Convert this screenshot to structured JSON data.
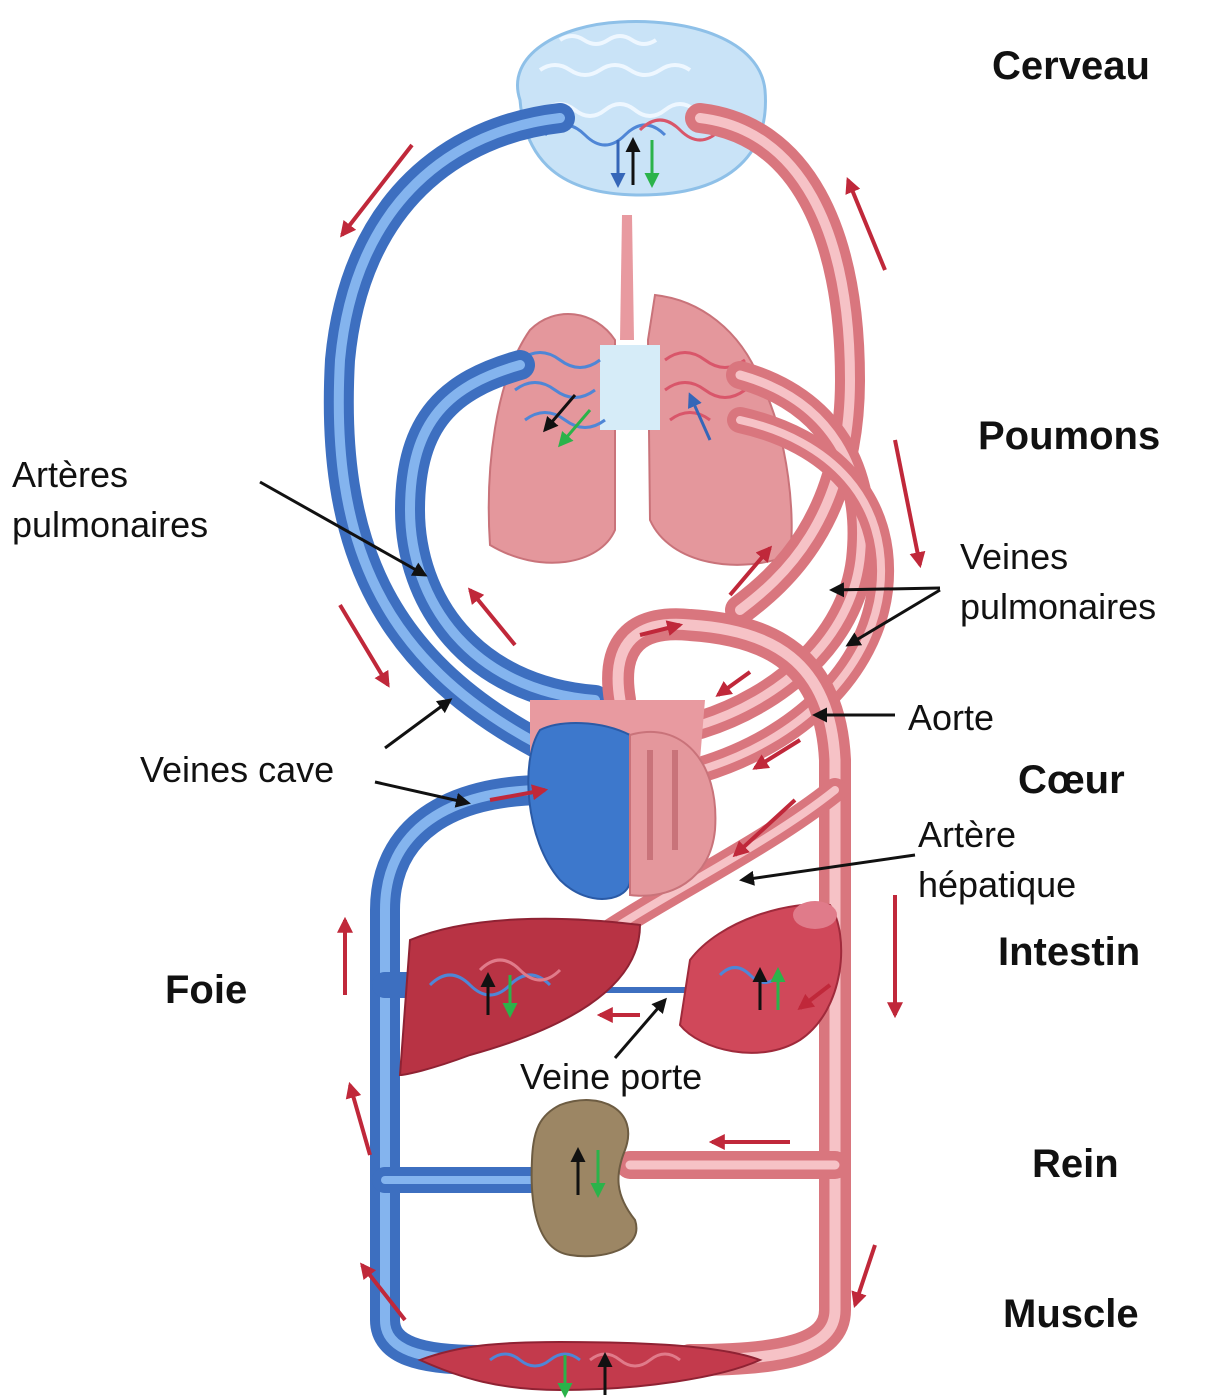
{
  "organs": {
    "brain": "Cerveau",
    "lungs": "Poumons",
    "heart": "Cœur",
    "intestine": "Intestin",
    "liver": "Foie",
    "kidney": "Rein",
    "muscle": "Muscle"
  },
  "vessels": {
    "pulmonary_arteries": [
      "Artères",
      "pulmonaires"
    ],
    "pulmonary_veins": [
      "Veines",
      "pulmonaires"
    ],
    "aorta": "Aorte",
    "vena_cava": "Veines cave",
    "hepatic_artery": [
      "Artère",
      "hépatique"
    ],
    "portal_vein": "Veine porte"
  },
  "colors": {
    "deoxygenated_blood": "#5b8fd6",
    "oxygenated_blood": "#e89aa0",
    "flow_arrow": "#c0283a",
    "o2_arrow": "#2bb34a",
    "co2_arrow": "#1a1a1a"
  }
}
